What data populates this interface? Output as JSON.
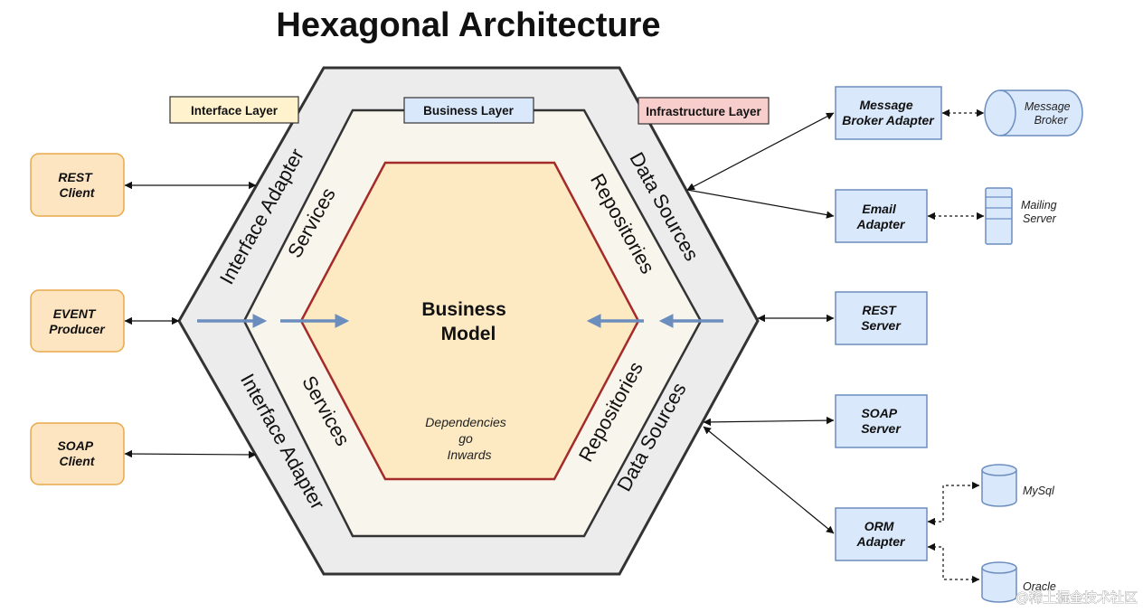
{
  "title": "Hexagonal Architecture",
  "layers": {
    "interface": "Interface Layer",
    "business": "Business Layer",
    "infrastructure": "Infrastructure Layer"
  },
  "ring_labels": {
    "interface_adapter": "Interface Adapter",
    "services": "Services",
    "repositories": "Repositories",
    "data_sources": "Data Sources"
  },
  "core": {
    "line1": "Business",
    "line2": "Model",
    "dep1": "Dependencies",
    "dep2": "go",
    "dep3": "Inwards"
  },
  "clients": {
    "rest": [
      "REST",
      "Client"
    ],
    "event": [
      "EVENT",
      "Producer"
    ],
    "soap": [
      "SOAP",
      "Client"
    ]
  },
  "adapters": {
    "message_broker": [
      "Message",
      "Broker Adapter"
    ],
    "email": [
      "Email",
      "Adapter"
    ],
    "rest_server": [
      "REST",
      "Server"
    ],
    "soap_server": [
      "SOAP",
      "Server"
    ],
    "orm": [
      "ORM",
      "Adapter"
    ]
  },
  "externals": {
    "message_broker": [
      "Message",
      "Broker"
    ],
    "mailing_server": [
      "Mailing",
      "Server"
    ],
    "mysql": "MySql",
    "oracle": "Oracle"
  },
  "watermark": "@稀土掘金技术社区",
  "colors": {
    "outer_hex_fill": "#ececec",
    "middle_hex_fill": "#f8f6ec",
    "core_fill": "#fde9c2",
    "core_stroke": "#a52a2a",
    "client_fill": "#fde5c2",
    "client_stroke": "#e8a94a",
    "adapter_fill": "#dae8fc",
    "adapter_stroke": "#6c8ebf",
    "interface_label_fill": "#fff2cc",
    "business_label_fill": "#dae8fc",
    "infra_label_fill": "#f8cecc",
    "arrow_blue": "#6c8ebf"
  }
}
